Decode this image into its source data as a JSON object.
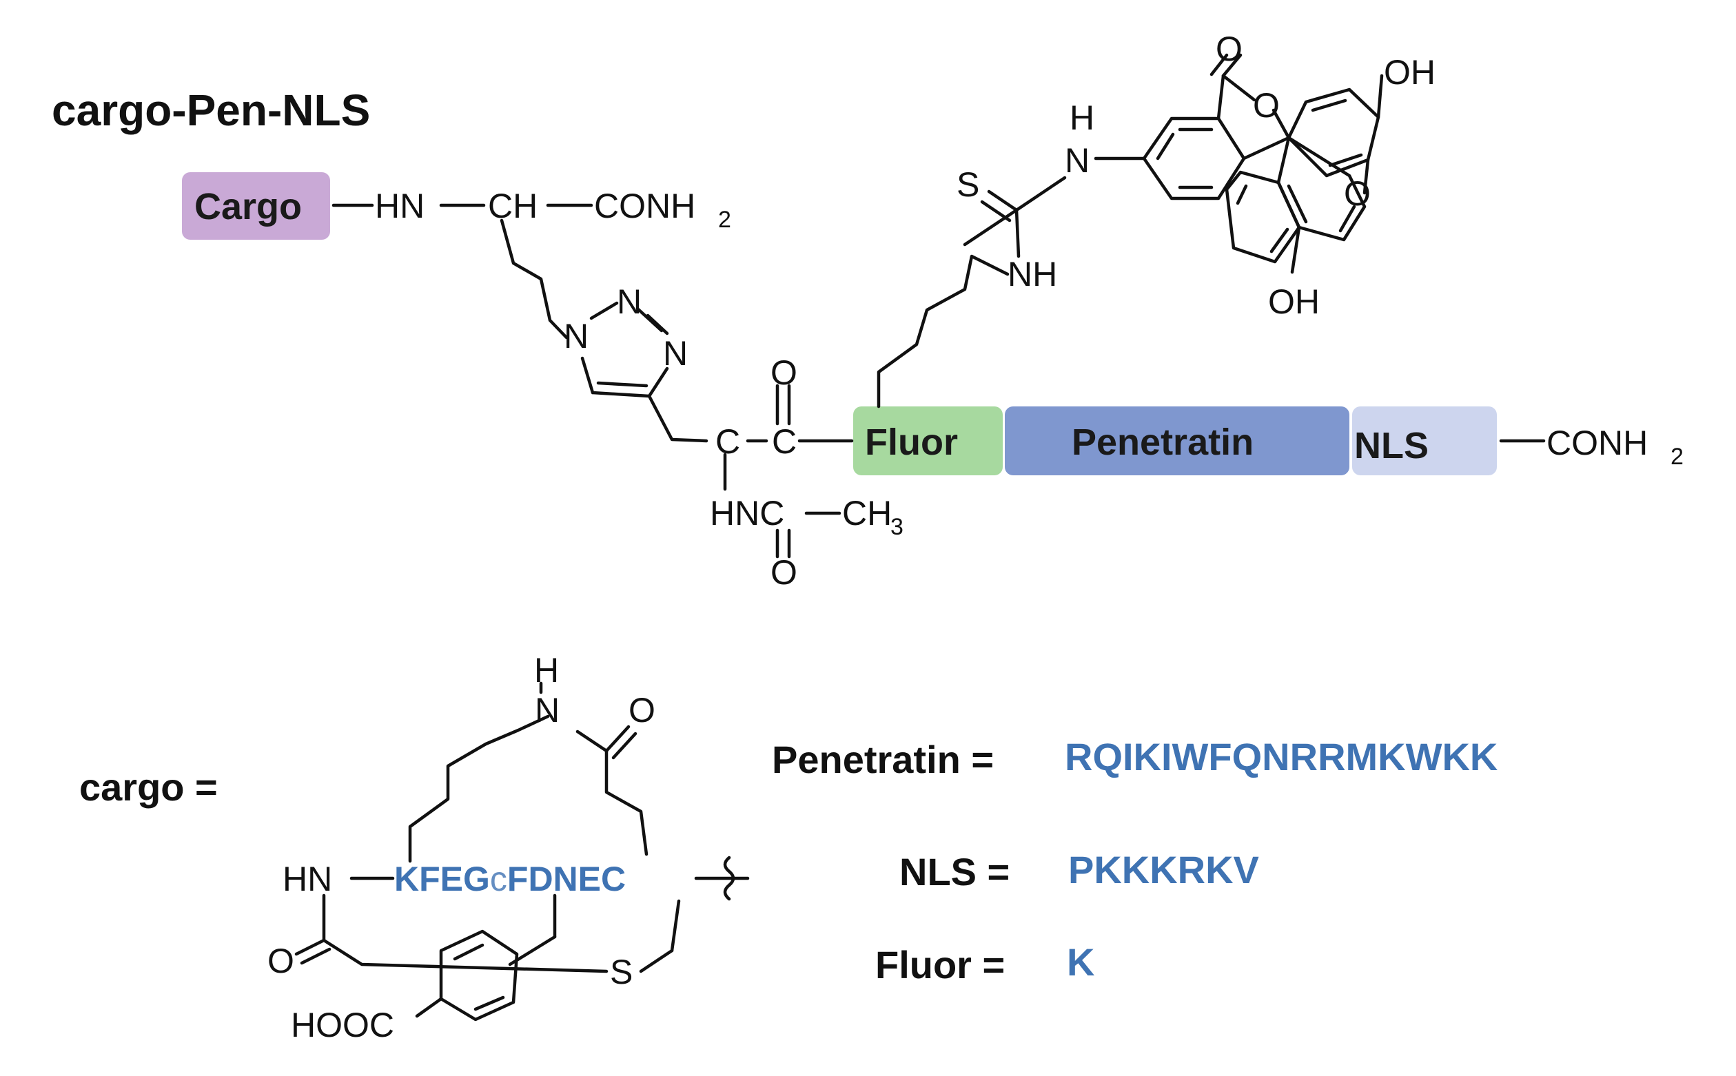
{
  "title": "cargo-Pen-NLS",
  "colors": {
    "cargo": "#c9a9d6",
    "fluor": "#a7d99f",
    "penetratin": "#7f97cf",
    "nls": "#cdd5ee",
    "sequence": "#3f73b3",
    "bond": "#111111"
  },
  "boxes": {
    "cargo": "Cargo",
    "fluor": "Fluor",
    "penetratin": "Penetratin",
    "nls": "NLS"
  },
  "atoms": {
    "hn_top": "HN",
    "ch": "CH",
    "conh2_top": "CONH",
    "conh2_top_sub": "2",
    "n1": "N",
    "n2": "N",
    "n3": "N",
    "alpha_c": "C",
    "carbonyl_c": "C",
    "carbonyl_o": "O",
    "hnc": "HNC",
    "ch3": "CH",
    "ch3_sub": "3",
    "acetyl_o": "O",
    "conh2_right": "CONH",
    "conh2_right_sub": "2",
    "nh_lys": "NH",
    "s_thio": "S",
    "n_thio": "N",
    "h_thio": "H",
    "o_lactone_carbonyl": "O",
    "o_lactone": "O",
    "o_xanthene": "O",
    "oh_top": "OH",
    "oh_bottom": "OH",
    "h_amide": "H",
    "n_amide": "N",
    "o_amide": "O",
    "hn_ring": "HN",
    "o_ring": "O",
    "s_ring": "S",
    "hooc": "HOOC"
  },
  "cargo_label": "cargo =",
  "cargo_sequence": {
    "part1": "KFEG",
    "part2": "c",
    "part3": "FDNEC"
  },
  "key": [
    {
      "label": "Penetratin =",
      "sequence": "RQIKIWFQNRRMKWKK"
    },
    {
      "label": "NLS =",
      "sequence": "PKKKRKV"
    },
    {
      "label": "Fluor =",
      "sequence": "K"
    }
  ]
}
